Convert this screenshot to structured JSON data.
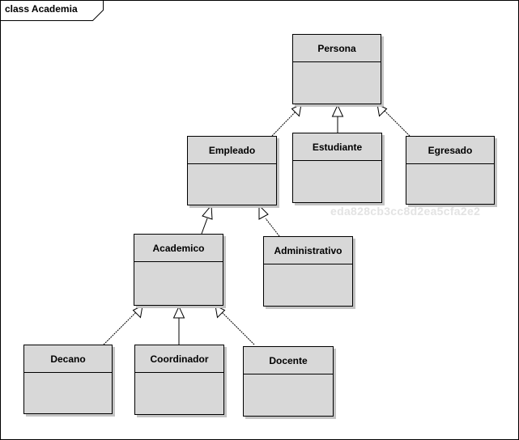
{
  "frame": {
    "label": "class Academia"
  },
  "classes": {
    "persona": "Persona",
    "empleado": "Empleado",
    "estudiante": "Estudiante",
    "egresado": "Egresado",
    "academico": "Academico",
    "administrativo": "Administrativo",
    "decano": "Decano",
    "coordinador": "Coordinador",
    "docente": "Docente"
  },
  "generalizations": [
    {
      "child": "Empleado",
      "parent": "Persona"
    },
    {
      "child": "Estudiante",
      "parent": "Persona"
    },
    {
      "child": "Egresado",
      "parent": "Persona"
    },
    {
      "child": "Academico",
      "parent": "Empleado"
    },
    {
      "child": "Administrativo",
      "parent": "Empleado"
    },
    {
      "child": "Decano",
      "parent": "Academico"
    },
    {
      "child": "Coordinador",
      "parent": "Academico"
    },
    {
      "child": "Docente",
      "parent": "Academico"
    }
  ],
  "watermark": "eda828cb3cc8d2ea5cfa2e2",
  "colors": {
    "class_fill": "#d8d8d8",
    "line": "#000000",
    "watermark": "#e3e3e3"
  }
}
